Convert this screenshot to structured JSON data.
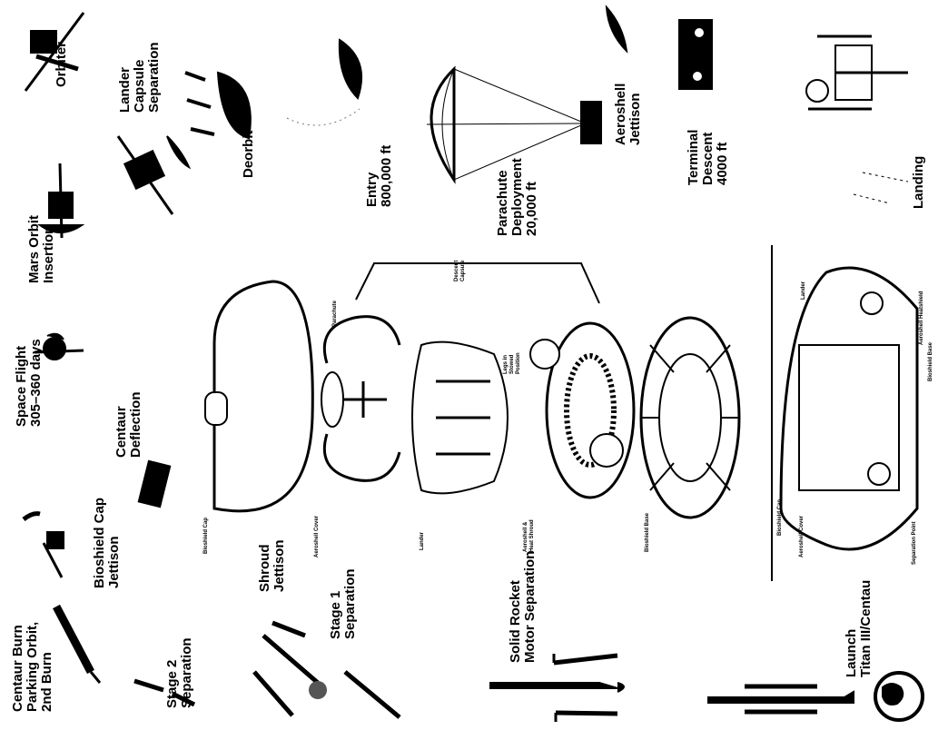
{
  "labels": {
    "centaur_burn": "Centaur Burn\nParking Orbit,\n2nd Burn",
    "stage2_separation": "Stage 2\nSeparation",
    "bioshield_cap_jettison": "Bioshield Cap\nJettison",
    "shroud_jettison": "Shroud\nJettison",
    "stage1_separation": "Stage 1\nSeparation",
    "space_flight": "Space Flight\n305–360 days",
    "centaur_deflection": "Centaur\nDeflection",
    "solid_rocket_motor_separation": "Solid Rocket\nMotor Separation",
    "launch": "Launch\nTitan III/Centau",
    "mars_orbit_insertion": "Mars Orbit\nInsertion",
    "deorbit": "Deorbit",
    "lander_capsule_separation": "Lander\nCapsule\nSeparation",
    "orbiter": "Orbiter",
    "entry": "Entry\n800,000 ft",
    "parachute_deployment": "Parachute\nDeployment\n20,000 ft",
    "aeroshell_jettison": "Aeroshell\nJettison",
    "terminal_descent": "Terminal\nDescent\n4000 ft",
    "landing": "Landing"
  },
  "callouts": {
    "bioshield_cap": "Bioshield Cap",
    "aeroshell_cover": "Aeroshell Cover",
    "parachute": "Parachute",
    "lander": "Lander",
    "legs_stowed": "Legs in\nStowed\nPosition",
    "aeroshell_heat_shroud": "Aeroshell &\nHeat Shroud",
    "bioshield_base": "Bioshield Base",
    "descent_capsule": "Descent\nCapsule",
    "bioshield_cap_2": "Bioshield Cap",
    "aeroshell_cover_2": "Aeroshell Cover",
    "separation_point": "Separation Point",
    "lander_2": "Lander",
    "aeroshell_heatshield": "Aeroshell Heatshield",
    "bioshield_base_2": "Bioshield Base"
  }
}
